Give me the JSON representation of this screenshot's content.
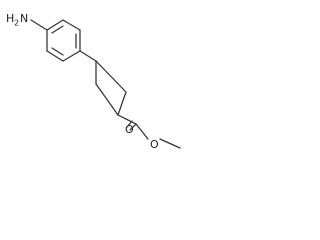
{
  "molecule": {
    "labels": {
      "amine_h": "H",
      "amine_h_count": "2",
      "amine_n": "N",
      "carbonyl_o": "O",
      "ester_o": "O"
    },
    "colors": {
      "bond": "#333333",
      "text": "#222222",
      "background": "#ffffff"
    }
  }
}
